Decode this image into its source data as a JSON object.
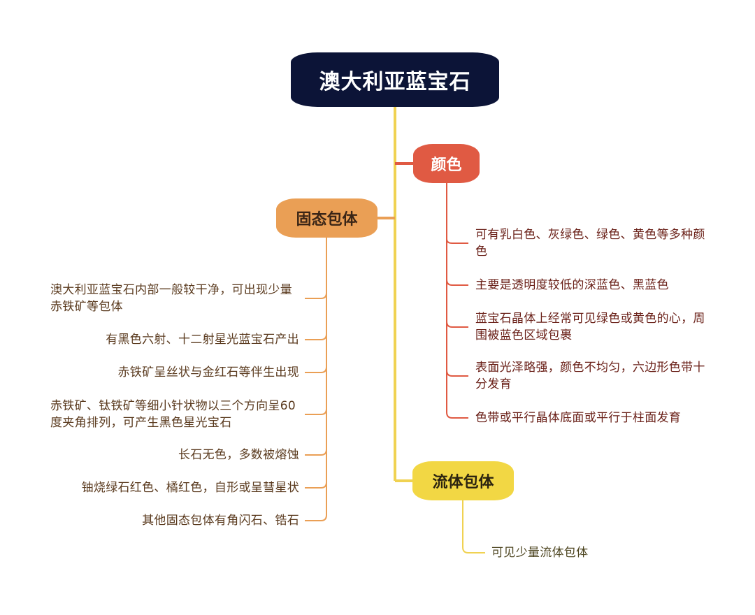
{
  "root": {
    "label": "澳大利亚蓝宝石"
  },
  "branches": {
    "color": {
      "label": "颜色",
      "items": [
        "可有乳白色、灰绿色、绿色、黄色等多种颜色",
        "主要是透明度较低的深蓝色、黑蓝色",
        "蓝宝石晶体上经常可见绿色或黄色的心，周围被蓝色区域包裹",
        "表面光泽略强，颜色不均匀，六边形色带十分发育",
        "色带或平行晶体底面或平行于柱面发育"
      ]
    },
    "solid": {
      "label": "固态包体",
      "items": [
        "澳大利亚蓝宝石内部一般较干净，可出现少量赤铁矿等包体",
        "有黑色六射、十二射星光蓝宝石产出",
        "赤铁矿呈丝状与金红石等伴生出现",
        "赤铁矿、钛铁矿等细小针状物以三个方向呈60度夹角排列，可产生黑色星光宝石",
        "长石无色，多数被熔蚀",
        "铀烧绿石红色、橘红色，自形或呈彗星状",
        "其他固态包体有角闪石、锆石"
      ]
    },
    "fluid": {
      "label": "流体包体",
      "items": [
        "可见少量流体包体"
      ]
    }
  },
  "colors": {
    "trunk": "#f0d252",
    "color_branch": "#e05a43",
    "solid_branch": "#ea9f55",
    "fluid_branch": "#f2d744",
    "root_bg": "#0c1437"
  }
}
